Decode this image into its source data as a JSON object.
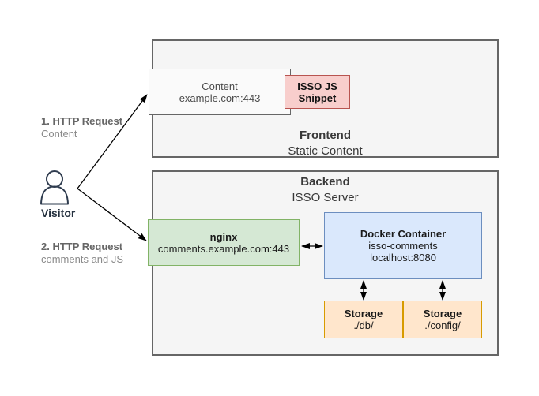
{
  "visitor": {
    "label": "Visitor"
  },
  "requests": {
    "r1_title": "1. HTTP Request",
    "r1_sub": "Content",
    "r2_title": "2. HTTP Request",
    "r2_sub": "comments and JS"
  },
  "frontend": {
    "title": "Frontend",
    "subtitle": "Static Content",
    "content": {
      "line1": "Content",
      "line2": "example.com:443"
    },
    "isso": {
      "line1": "ISSO JS",
      "line2": "Snippet"
    }
  },
  "backend": {
    "title": "Backend",
    "subtitle": "ISSO Server",
    "nginx": {
      "line1": "nginx",
      "line2": "comments.example.com:443"
    },
    "docker": {
      "line1": "Docker Container",
      "line2": "isso-comments",
      "line3": "localhost:8080"
    },
    "storage_db": {
      "line1": "Storage",
      "line2": "./db/"
    },
    "storage_config": {
      "line1": "Storage",
      "line2": "./config/"
    }
  },
  "colors": {
    "container_fill": "#f5f5f5",
    "container_border": "#666666",
    "content_fill": "#fafafa",
    "content_border": "#666666",
    "isso_fill": "#f8cecc",
    "isso_border": "#b85450",
    "nginx_fill": "#d5e8d4",
    "nginx_border": "#82b366",
    "docker_fill": "#dae8fc",
    "docker_border": "#6c8ebf",
    "storage_fill": "#ffe6cc",
    "storage_border": "#d79b00",
    "arrow": "#000000",
    "visitor_icon": "#2e3b4e"
  }
}
